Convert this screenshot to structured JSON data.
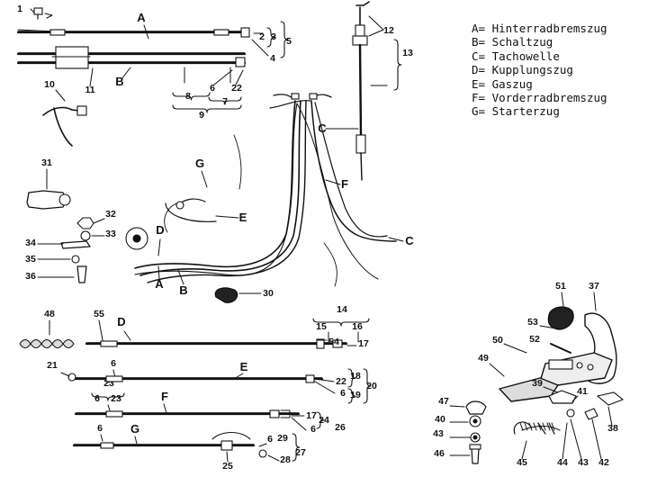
{
  "legend": [
    {
      "key": "A",
      "text": "Hinterradbremszug"
    },
    {
      "key": "B",
      "text": "Schaltzug"
    },
    {
      "key": "C",
      "text": "Tachowelle"
    },
    {
      "key": "D",
      "text": "Kupplungszug"
    },
    {
      "key": "E",
      "text": "Gaszug"
    },
    {
      "key": "F",
      "text": "Vorderradbremszug"
    },
    {
      "key": "G",
      "text": "Starterzug"
    }
  ],
  "callouts": [
    "1",
    "2",
    "3",
    "4",
    "5",
    "6",
    "7",
    "8",
    "9",
    "10",
    "11",
    "12",
    "13",
    "14",
    "15",
    "16",
    "17",
    "18",
    "19",
    "20",
    "21",
    "22",
    "23",
    "24",
    "25",
    "26",
    "27",
    "28",
    "29",
    "30",
    "31",
    "32",
    "33",
    "34",
    "35",
    "36",
    "37",
    "38",
    "39",
    "40",
    "41",
    "42",
    "43",
    "44",
    "45",
    "46",
    "47",
    "48",
    "49",
    "50",
    "51",
    "52",
    "53",
    "54",
    "55"
  ],
  "cable_letters": [
    "A",
    "B",
    "C",
    "D",
    "E",
    "F",
    "G"
  ]
}
